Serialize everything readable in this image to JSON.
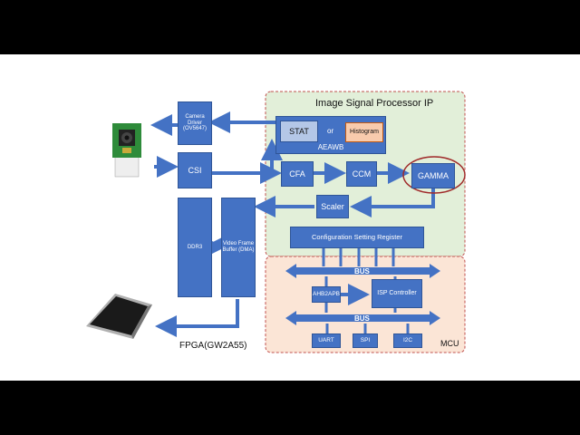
{
  "diagram": {
    "isp_title": "Image Signal Processor IP",
    "blocks": {
      "camera_driver": "Camera Driver (OV5647)",
      "csi": "CSI",
      "ddr3": "DDR3",
      "vfb": "Video Frame Buffer (DMA)",
      "stat": "STAT",
      "or": "or",
      "histogram": "Histogram",
      "aeawb": "AEAWB",
      "cfa": "CFA",
      "ccm": "CCM",
      "gamma": "GAMMA",
      "scaler": "Scaler",
      "config_register": "Configuration Setting Register",
      "bus_top": "BUS",
      "ahb2apb": "AHB2APB",
      "isp_controller": "ISP Controller",
      "bus_bottom": "BUS",
      "uart": "UART",
      "spi": "SPI",
      "i2c": "I2C"
    },
    "labels": {
      "fpga": "FPGA(GW2A55)",
      "mcu": "MCU"
    },
    "colors": {
      "block": "#4472c4",
      "isp_region": "#e2efd9",
      "mcu_region": "#fbe5d6",
      "region_border": "#c0504d",
      "stat_fill": "#b4c7e7",
      "histogram_fill": "#f8cbad",
      "gamma_ring": "#a02b2b"
    }
  }
}
